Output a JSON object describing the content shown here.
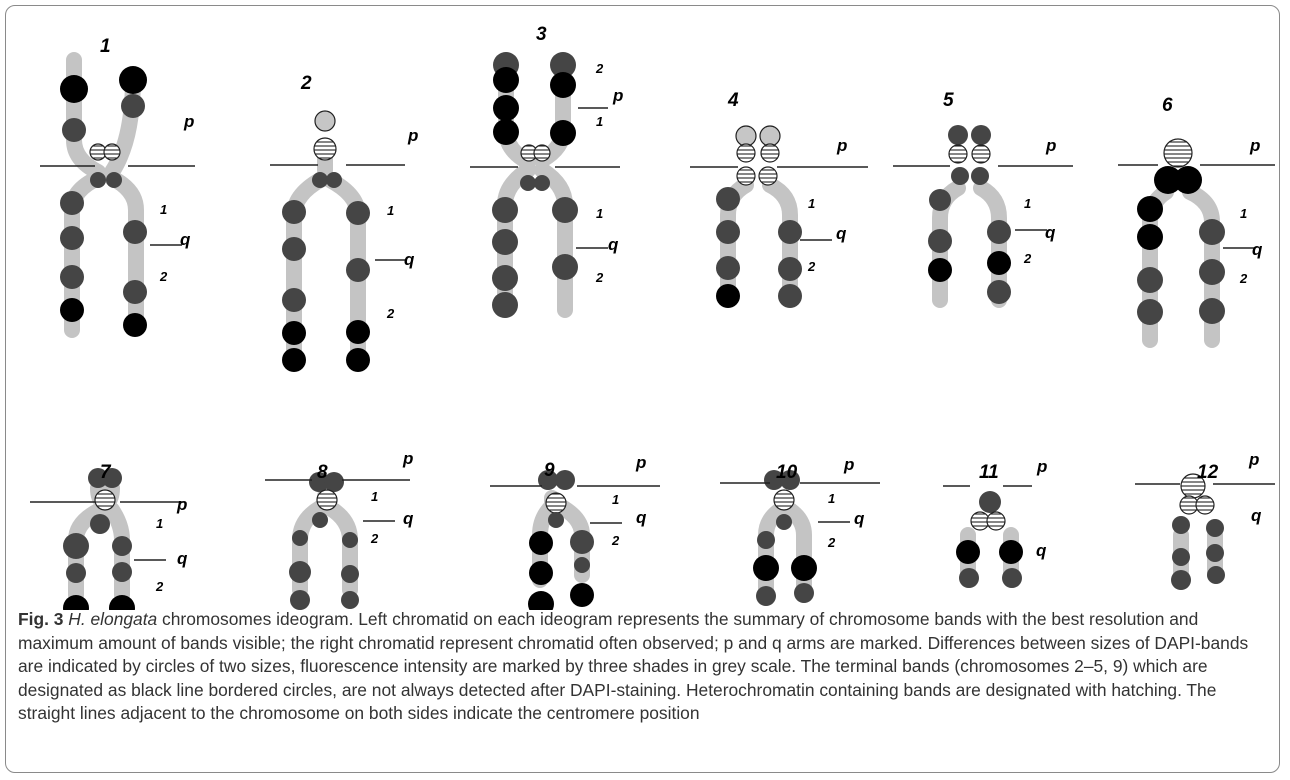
{
  "chromosomes": [
    {
      "label": "1"
    },
    {
      "label": "2"
    },
    {
      "label": "3"
    },
    {
      "label": "4"
    },
    {
      "label": "5"
    },
    {
      "label": "6"
    },
    {
      "label": "7"
    },
    {
      "label": "8"
    },
    {
      "label": "9"
    },
    {
      "label": "10"
    },
    {
      "label": "11"
    },
    {
      "label": "12"
    }
  ],
  "arm_labels": {
    "p": "p",
    "q": "q",
    "region_1": "1",
    "region_2": "2"
  },
  "caption": {
    "fig_label": "Fig. 3",
    "species": "H. elongata",
    "text": " chromosomes ideogram. Left chromatid on each ideogram represents the summary of chromosome bands with the best resolution and maximum amount of bands visible; the right chromatid represent chromatid often observed; p and q arms are marked. Differences between sizes of DAPI-bands are indicated by circles of two sizes, fluorescence intensity are marked by three shades in grey scale. The terminal bands (chromosomes 2–5, 9) which are designated as black line bordered circles, are not always detected after DAPI-staining. Heterochromatin containing bands are designated with hatching. The straight lines adjacent to the chromosome on both sides indicate the centromere position"
  },
  "colors": {
    "chromatid": "#c4c4c4",
    "band_dark": "#454545",
    "band_black": "#000000",
    "band_light": "#c6c6c6",
    "hatched": "#ffffff",
    "frame": "#8a8a8a"
  }
}
